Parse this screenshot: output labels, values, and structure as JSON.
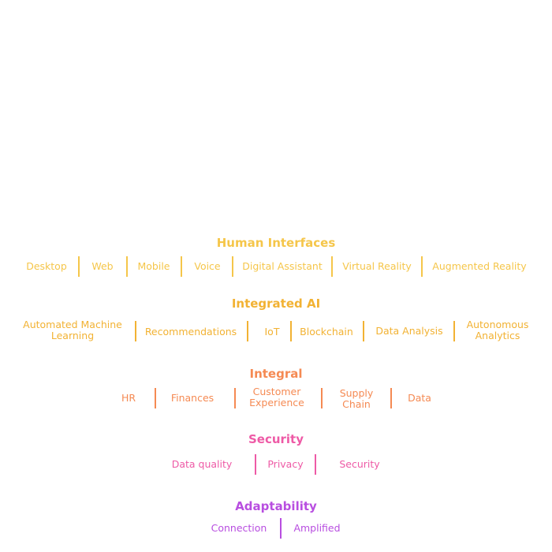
{
  "colors": {
    "human_interfaces": "#f5c64a",
    "integrated_ai": "#f2b233",
    "integral": "#f58a53",
    "security": "#ee5aa6",
    "adaptability": "#b84ee0"
  },
  "sections": [
    {
      "title": "Human Interfaces",
      "items": [
        "Desktop",
        "Web",
        "Mobile",
        "Voice",
        "Digital Assistant",
        "Virtual Reality",
        "Augmented Reality"
      ]
    },
    {
      "title": "Integrated AI",
      "items": [
        "Automated Machine Learning",
        "Recommendations",
        "IoT",
        "Blockchain",
        "Data Analysis",
        "Autonomous Analytics"
      ]
    },
    {
      "title": "Integral",
      "items": [
        "HR",
        "Finances",
        "Customer Experience",
        "Supply Chain",
        "Data"
      ]
    },
    {
      "title": "Security",
      "items": [
        "Data quality",
        "Privacy",
        "Security"
      ]
    },
    {
      "title": "Adaptability",
      "items": [
        "Connection",
        "Amplified"
      ]
    }
  ]
}
